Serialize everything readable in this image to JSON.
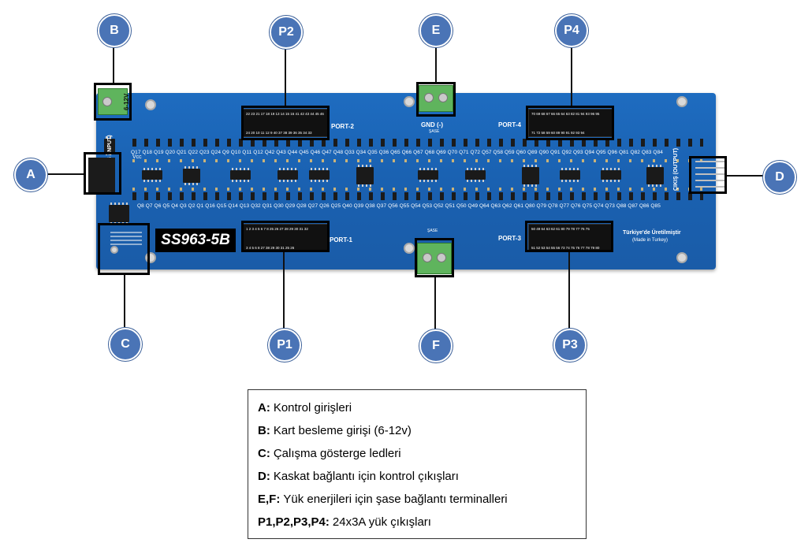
{
  "callouts": {
    "A": "A",
    "B": "B",
    "C": "C",
    "D": "D",
    "E": "E",
    "F": "F",
    "P1": "P1",
    "P2": "P2",
    "P3": "P3",
    "P4": "P4"
  },
  "board": {
    "model": "SS963-5B",
    "ports": {
      "p1": "PORT-1",
      "p2": "PORT-2",
      "p3": "PORT-3",
      "p4": "PORT-4"
    },
    "gnd_top": "GND (-)",
    "sase_top": "ŞASE",
    "sase_bottom": "ŞASE",
    "supply_label": "6-12V",
    "input_label": "GİRİŞ (INPUT)",
    "output_label": "ÇIKIŞ (OUTPUT)",
    "made_in_tr": "Türkiye'de Üretilmiştir",
    "made_in_en": "(Made in Turkey)",
    "vcc": "Vcc",
    "q_top": "Q17 Q18 Q19 Q20 Q21 Q22 Q23 Q24 Q9 Q10 Q11 Q12 Q42 Q43 Q44 Q45 Q46 Q47 Q48 Q33 Q34 Q35 Q36 Q65 Q66 Q67 Q68 Q69 Q70 Q71 Q72 Q57 Q58 Q59 Q60 Q89 Q90 Q91 Q92 Q93 Q94 Q95 Q96 Q81 Q82 Q83 Q84",
    "q_bottom": "Q8 Q7 Q6 Q5 Q4 Q3 Q2 Q1 Q16 Q15 Q14 Q13 Q32 Q31 Q30 Q29 Q28 Q27 Q26 Q25 Q40 Q39 Q38 Q37 Q56 Q55 Q54 Q53 Q52 Q51 Q50 Q49 Q64 Q63 Q62 Q61 Q80 Q79 Q78 Q77 Q76 Q75 Q74 Q73 Q88 Q87 Q86 Q85",
    "p2_top_pins": "22 23 21 17 18 19 13 14 15 16 41 42 43 44 45 46",
    "p2_bottom_pins": "24 20 10 11 12 9 40 37 38 39 36 35 34 33",
    "p4_top_pins": "70 69 68 67 66 65 64 63 82 81 94 93 96 95",
    "p4_bottom_pins": "71 72 58 59 60 89 90 91 92 93 94",
    "p1_top_pins": "1 2 3 4 5 6 7 8 25 26 27 28 29 30 31 32",
    "p1_bottom_pins": "3 4 5 6 8 27 38 29 30 31 25 26",
    "p3_top_pins": "50 49 64 63 62 61 80 79 78 77 76 75",
    "p3_bottom_pins": "51 52 53 54 55 56 73 74 75 76 77 78 79 80"
  },
  "legend": [
    {
      "key": "A:",
      "text": "Kontrol girişleri"
    },
    {
      "key": "B:",
      "text": "Kart besleme girişi (6-12v)"
    },
    {
      "key": "C:",
      "text": "Çalışma gösterge ledleri"
    },
    {
      "key": "D:",
      "text": "Kaskat bağlantı için kontrol çıkışları"
    },
    {
      "key": "E,F:",
      "text": "Yük enerjileri için şase bağlantı terminalleri"
    },
    {
      "key": "P1,P2,P3,P4:",
      "text": "24x3A yük çıkışları"
    }
  ],
  "colors": {
    "board": "#1a61b1",
    "callout": "#4a74b6",
    "terminal": "#5fb45d"
  }
}
